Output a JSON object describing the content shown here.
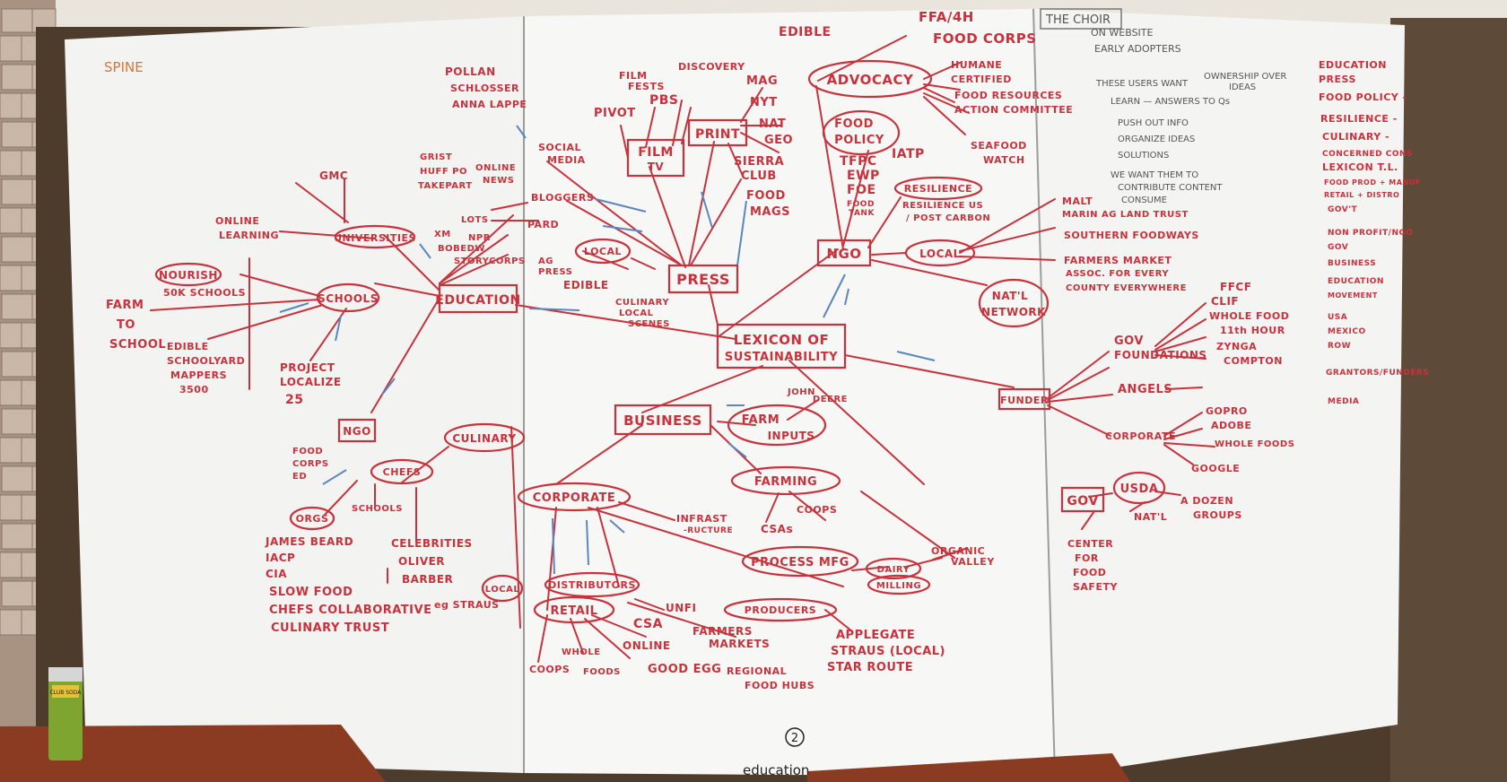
{
  "left_board": {
    "corner_note": "SPINE",
    "nodes": {
      "education": "EDUCATION",
      "schools": "SCHOOLS",
      "universities": "UNIVERSITIES",
      "nourish": "NOURISH",
      "nourish_sub": "50K SCHOOLS",
      "farm_to_school": [
        "FARM",
        "TO",
        "SCHOOL"
      ],
      "edible_schoolyard": [
        "EDIBLE",
        "SCHOOLYARD",
        "MAPPERS",
        "3500"
      ],
      "project_localize": [
        "PROJECT",
        "LOCALIZE",
        "25"
      ],
      "ngo": "NGO",
      "chefs": "CHEFS",
      "culinary": "CULINARY",
      "food_corps_ed": [
        "FOOD",
        "CORPS",
        "ED"
      ],
      "orgs": "ORGS",
      "schools_small": "SCHOOLS",
      "celebrities": [
        "CELEBRITIES",
        "OLIVER",
        "BARBER"
      ],
      "orgs_list": [
        "JAMES BEARD",
        "IACP",
        "CIA",
        "SLOW FOOD",
        "CHEFS COLLABORATIVE",
        "CULINARY TRUST"
      ],
      "gmc": "GMC",
      "online_learning": [
        "ONLINE",
        "LEARNING"
      ],
      "grist": [
        "GRIST",
        "HUFF PO",
        "TAKEPART"
      ],
      "online_news": [
        "ONLINE",
        "NEWS"
      ],
      "pollan": [
        "POLLAN",
        "SCHLOSSER",
        "ANNA LAPPE"
      ],
      "xm": [
        "XM",
        "BOBEDW"
      ],
      "lots": "LOTS",
      "npr": "NPR",
      "story_corps": "STORYCORPS",
      "pard": "PARD"
    }
  },
  "middle_board": {
    "center": [
      "LEXICON OF",
      "SUSTAINABILITY"
    ],
    "nodes": {
      "press": "PRESS",
      "film": [
        "FILM",
        "TV"
      ],
      "print": "PRINT",
      "film_list": [
        "FILM",
        "FESTS",
        "DISCOVERY",
        "PBS",
        "PIVOT"
      ],
      "print_list": [
        "EDIBLE",
        "MAG",
        "NYT",
        "NAT",
        "GEO",
        "SIERRA",
        "CLUB",
        "FOOD",
        "MAGS"
      ],
      "social_media": [
        "SOCIAL",
        "MEDIA"
      ],
      "bloggers": "BLOGGERS",
      "local": "LOCAL",
      "ag_press": [
        "AG",
        "PRESS"
      ],
      "edible": "EDIBLE",
      "culinary_local": [
        "CULINARY",
        "LOCAL",
        "SCENES"
      ],
      "advocacy": "ADVOCACY",
      "ffa": "FFA/4H",
      "food_corps": "FOOD CORPS",
      "humane": [
        "HUMANE",
        "CERTIFIED"
      ],
      "food_resources": [
        "FOOD RESOURCES",
        "ACTION COMMITTEE"
      ],
      "seafood": [
        "SEAFOOD",
        "WATCH"
      ],
      "food_policy": [
        "FOOD",
        "POLICY"
      ],
      "policy_list": [
        "TFPC",
        "IATP",
        "EWP",
        "FOE",
        "FOOD",
        "TANK"
      ],
      "resilience": "RESILIENCE",
      "resilience_sub": [
        "RESILIENCE US",
        "/ POST CARBON"
      ],
      "ngo": "NGO",
      "local_ngo": "LOCAL",
      "natl_network": [
        "NAT'L",
        "NETWORK"
      ],
      "business": "BUSINESS",
      "farm_inputs": [
        "FARM",
        "INPUTS"
      ],
      "john_deere": [
        "JOHN",
        "DEERE"
      ],
      "farming": "FARMING",
      "coops": "COOPS",
      "csas": "CSAs",
      "corporate": "CORPORATE",
      "infrast": [
        "INFRAST",
        "-RUCTURE"
      ],
      "process_mfg": "PROCESS MFG",
      "dairy": "DAIRY",
      "milling": "MILLING",
      "organic_valley": [
        "ORGANIC",
        "VALLEY"
      ],
      "distributors": "DISTRIBUTORS",
      "unfi": "UNFI",
      "producers": "PRODUCERS",
      "csa": "CSA",
      "farmers_markets": [
        "FARMERS",
        "MARKETS"
      ],
      "applegate": [
        "APPLEGATE",
        "STRAUS (LOCAL)",
        "STAR ROUTE"
      ],
      "retail": "RETAIL",
      "whole_foods": [
        "WHOLE",
        "FOODS"
      ],
      "online": "ONLINE",
      "good_egg": "GOOD EGG",
      "regional": [
        "REGIONAL",
        "FOOD HUBS"
      ],
      "coops_retail": "COOPS",
      "local_straus": "LOCAL",
      "eg_straus": "eg STRAUS",
      "page_number": "2",
      "bottom_note": "education"
    }
  },
  "right_board": {
    "choir": [
      "THE CHOIR",
      "ON WEBSITE",
      "EARLY ADOPTERS"
    ],
    "users_want": "THESE USERS WANT",
    "ownership": [
      "OWNERSHIP OVER",
      "IDEAS"
    ],
    "wants": [
      "LEARN — ANSWERS TO Qs",
      "PUSH OUT INFO",
      "ORGANIZE IDEAS",
      "SOLUTIONS"
    ],
    "we_want": [
      "WE WANT THEM TO",
      "CONTRIBUTE CONTENT",
      "CONSUME"
    ],
    "malt": [
      "MALT",
      "MARIN AG LAND TRUST"
    ],
    "southern": "SOUTHERN FOODWAYS",
    "farmers_market": [
      "FARMERS MARKET",
      "ASSOC. FOR EVERY",
      "COUNTY EVERYWHERE"
    ],
    "funder": "FUNDER",
    "gov": "GOV",
    "foundations": "FOUNDATIONS",
    "foundation_list": [
      "FFCF",
      "CLIF",
      "WHOLE FOOD",
      "11th HOUR",
      "ZYNGA",
      "COMPTON"
    ],
    "angels": "ANGELS",
    "corporate": "CORPORATE",
    "corporate_list": [
      "GOPRO",
      "ADOBE",
      "WHOLE FOODS",
      "GOOGLE"
    ],
    "gov_box": "GOV",
    "usda": "USDA",
    "dozen": [
      "A DOZEN",
      "GROUPS"
    ],
    "natl": "NAT'L",
    "center_food": [
      "CENTER",
      "FOR",
      "FOOD",
      "SAFETY"
    ],
    "right_list": [
      "EDUCATION",
      "PRESS",
      "FOOD POLICY -",
      "RESILIENCE -",
      "CULINARY -",
      "CONCERNED CONS",
      "LEXICON T.L.",
      "FOOD PROD + MANUF",
      "RETAIL + DISTRO",
      "GOV'T",
      "NON PROFIT/NGO",
      "GOV",
      "BUSINESS",
      "EDUCATION",
      "MOVEMENT",
      "USA",
      "MEXICO",
      "ROW",
      "GRANTORS/FUNDERS",
      "MEDIA"
    ]
  },
  "objects": {
    "can_label": "CLUB SODA"
  }
}
